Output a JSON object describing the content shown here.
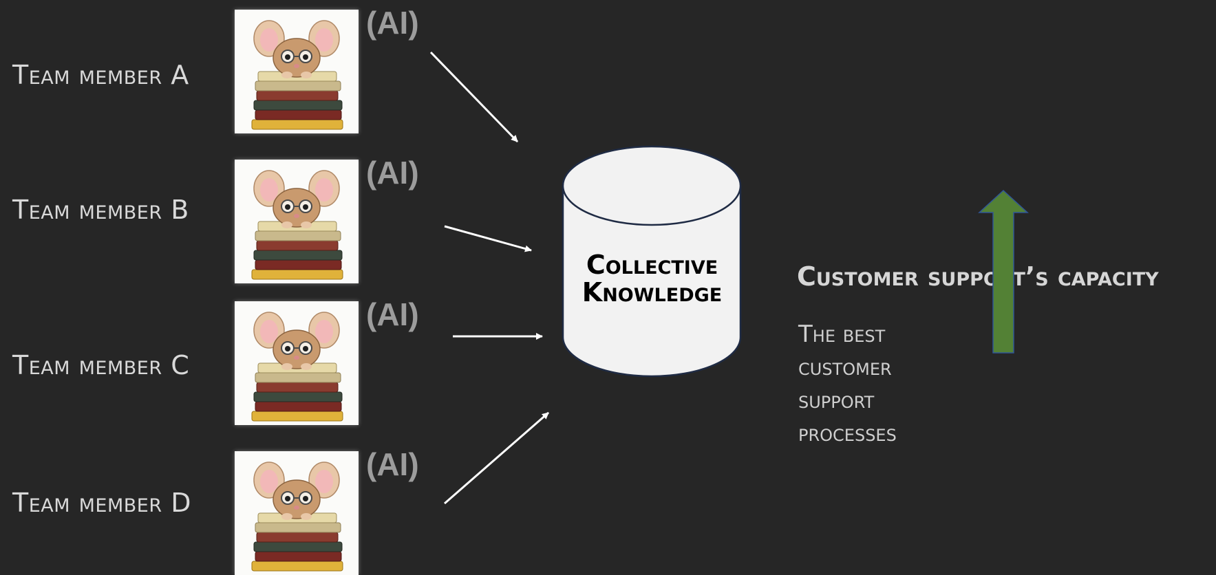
{
  "members": [
    {
      "label": "Team member A",
      "badge": "(AI)"
    },
    {
      "label": "Team member B",
      "badge": "(AI)"
    },
    {
      "label": "Team member C",
      "badge": "(AI)"
    },
    {
      "label": "Team member D",
      "badge": "(AI)"
    }
  ],
  "hub": {
    "line1": "Collective",
    "line2": "Knowledge"
  },
  "outcome": {
    "title": "Customer support’s capacity",
    "subtitle": "The best customer support processes"
  },
  "icons": {
    "portrait": "mouse-on-books-icon",
    "growth": "up-arrow-icon"
  },
  "colors": {
    "background": "#262626",
    "cylinder_fill": "#f2f2f2",
    "cylinder_stroke": "#1f2b44",
    "growth_arrow": "#538135",
    "arrows": "#ffffff"
  }
}
